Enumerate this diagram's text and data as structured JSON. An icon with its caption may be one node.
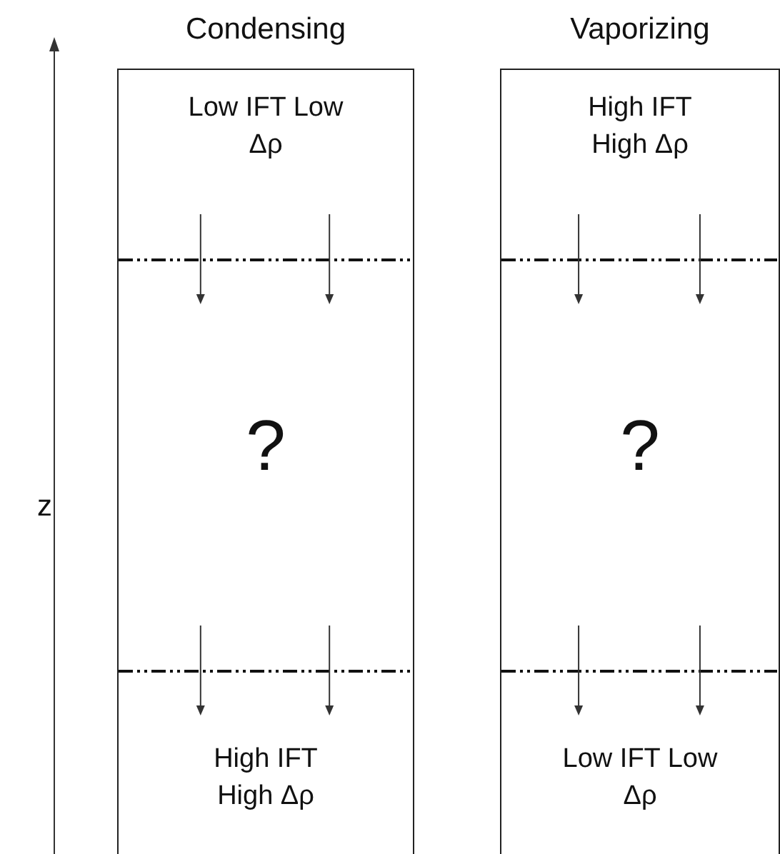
{
  "diagram": {
    "nodes": [
      {
        "text": [
          "Condensing",
          "Low IFT Low Δρ",
          "?",
          "High IFT High Δρ"
        ]
      },
      {
        "text": [
          "Vaporizing",
          "High IFT High Δρ",
          "?",
          "Low IFT Low Δρ"
        ]
      }
    ],
    "labels": [
      "z"
    ]
  }
}
